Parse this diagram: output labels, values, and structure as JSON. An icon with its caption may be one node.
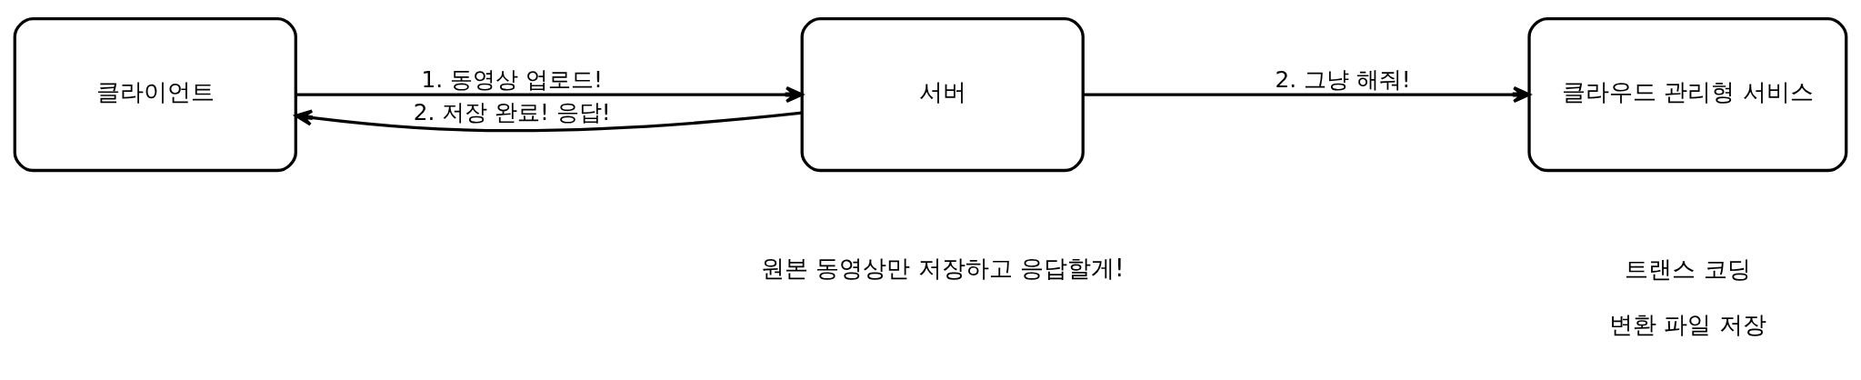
{
  "diagram": {
    "nodes": [
      {
        "text": [
          "클라이언트"
        ]
      },
      {
        "text": [
          "서버"
        ],
        "beside": [
          "원본 동영상만 저장하고 응답할게!"
        ]
      },
      {
        "text": [
          "클라우드 관리형 서비스"
        ],
        "beside": [
          "트랜스 코딩",
          "변환 파일 저장"
        ]
      }
    ],
    "edges": [
      {
        "from": 0,
        "to": 1,
        "arrow": "to",
        "label": "1. 동영상 업로드!"
      },
      {
        "from": 1,
        "to": 0,
        "arrow": "to",
        "label": "2. 저장 완료! 응답!"
      },
      {
        "from": 1,
        "to": 2,
        "arrow": "to",
        "label": "2. 그냥 해줘!"
      }
    ]
  }
}
